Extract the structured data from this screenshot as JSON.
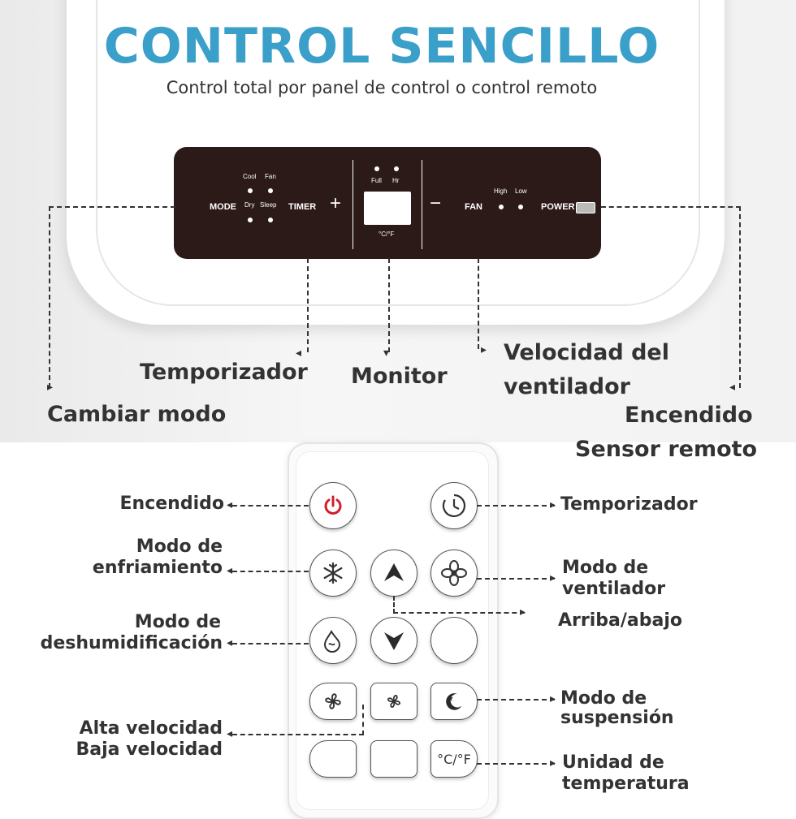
{
  "header": {
    "title": "CONTROL SENCILLO",
    "subtitle": "Control total por panel de control o control remoto"
  },
  "panel": {
    "mode": "MODE",
    "cool": "Cool",
    "fan_small": "Fan",
    "dry": "Dry",
    "sleep": "Sleep",
    "timer": "TIMER",
    "plus": "+",
    "full": "Full",
    "hr": "Hr",
    "unit": "°C/°F",
    "minus": "−",
    "fan": "FAN",
    "high": "High",
    "low": "Low",
    "power": "POWER"
  },
  "panel_callouts": {
    "cambiar_modo": "Cambiar modo",
    "temporizador": "Temporizador",
    "monitor": "Monitor",
    "velocidad_line1": "Velocidad del",
    "velocidad_line2": "ventilador",
    "encendido": "Encendido",
    "sensor": "Sensor remoto"
  },
  "remote_callouts": {
    "encendido": "Encendido",
    "temporizador": "Temporizador",
    "enfriamiento_line1": "Modo de",
    "enfriamiento_line2": "enfriamiento",
    "ventilador_line1": "Modo de",
    "ventilador_line2": "ventilador",
    "arriba_abajo": "Arriba/abajo",
    "deshum_line1": "Modo de",
    "deshum_line2": "deshumidificación",
    "alta": "Alta velocidad",
    "baja": "Baja velocidad",
    "suspension_line1": "Modo de",
    "suspension_line2": "suspensión",
    "unidad_line1": "Unidad de",
    "unidad_line2": "temperatura"
  },
  "remote_buttons": {
    "unit_toggle": "°C/°F"
  },
  "colors": {
    "title": "#3a9fc9",
    "panel": "#2b1a18",
    "power_icon": "#d0202a"
  },
  "icons": {
    "power": "power-icon",
    "timer": "timer-icon",
    "cool": "snowflake-icon",
    "up": "arrow-up-icon",
    "fan": "fan-icon",
    "dehumidify": "droplet-icon",
    "down": "arrow-down-icon",
    "sleep": "moon-icon"
  }
}
